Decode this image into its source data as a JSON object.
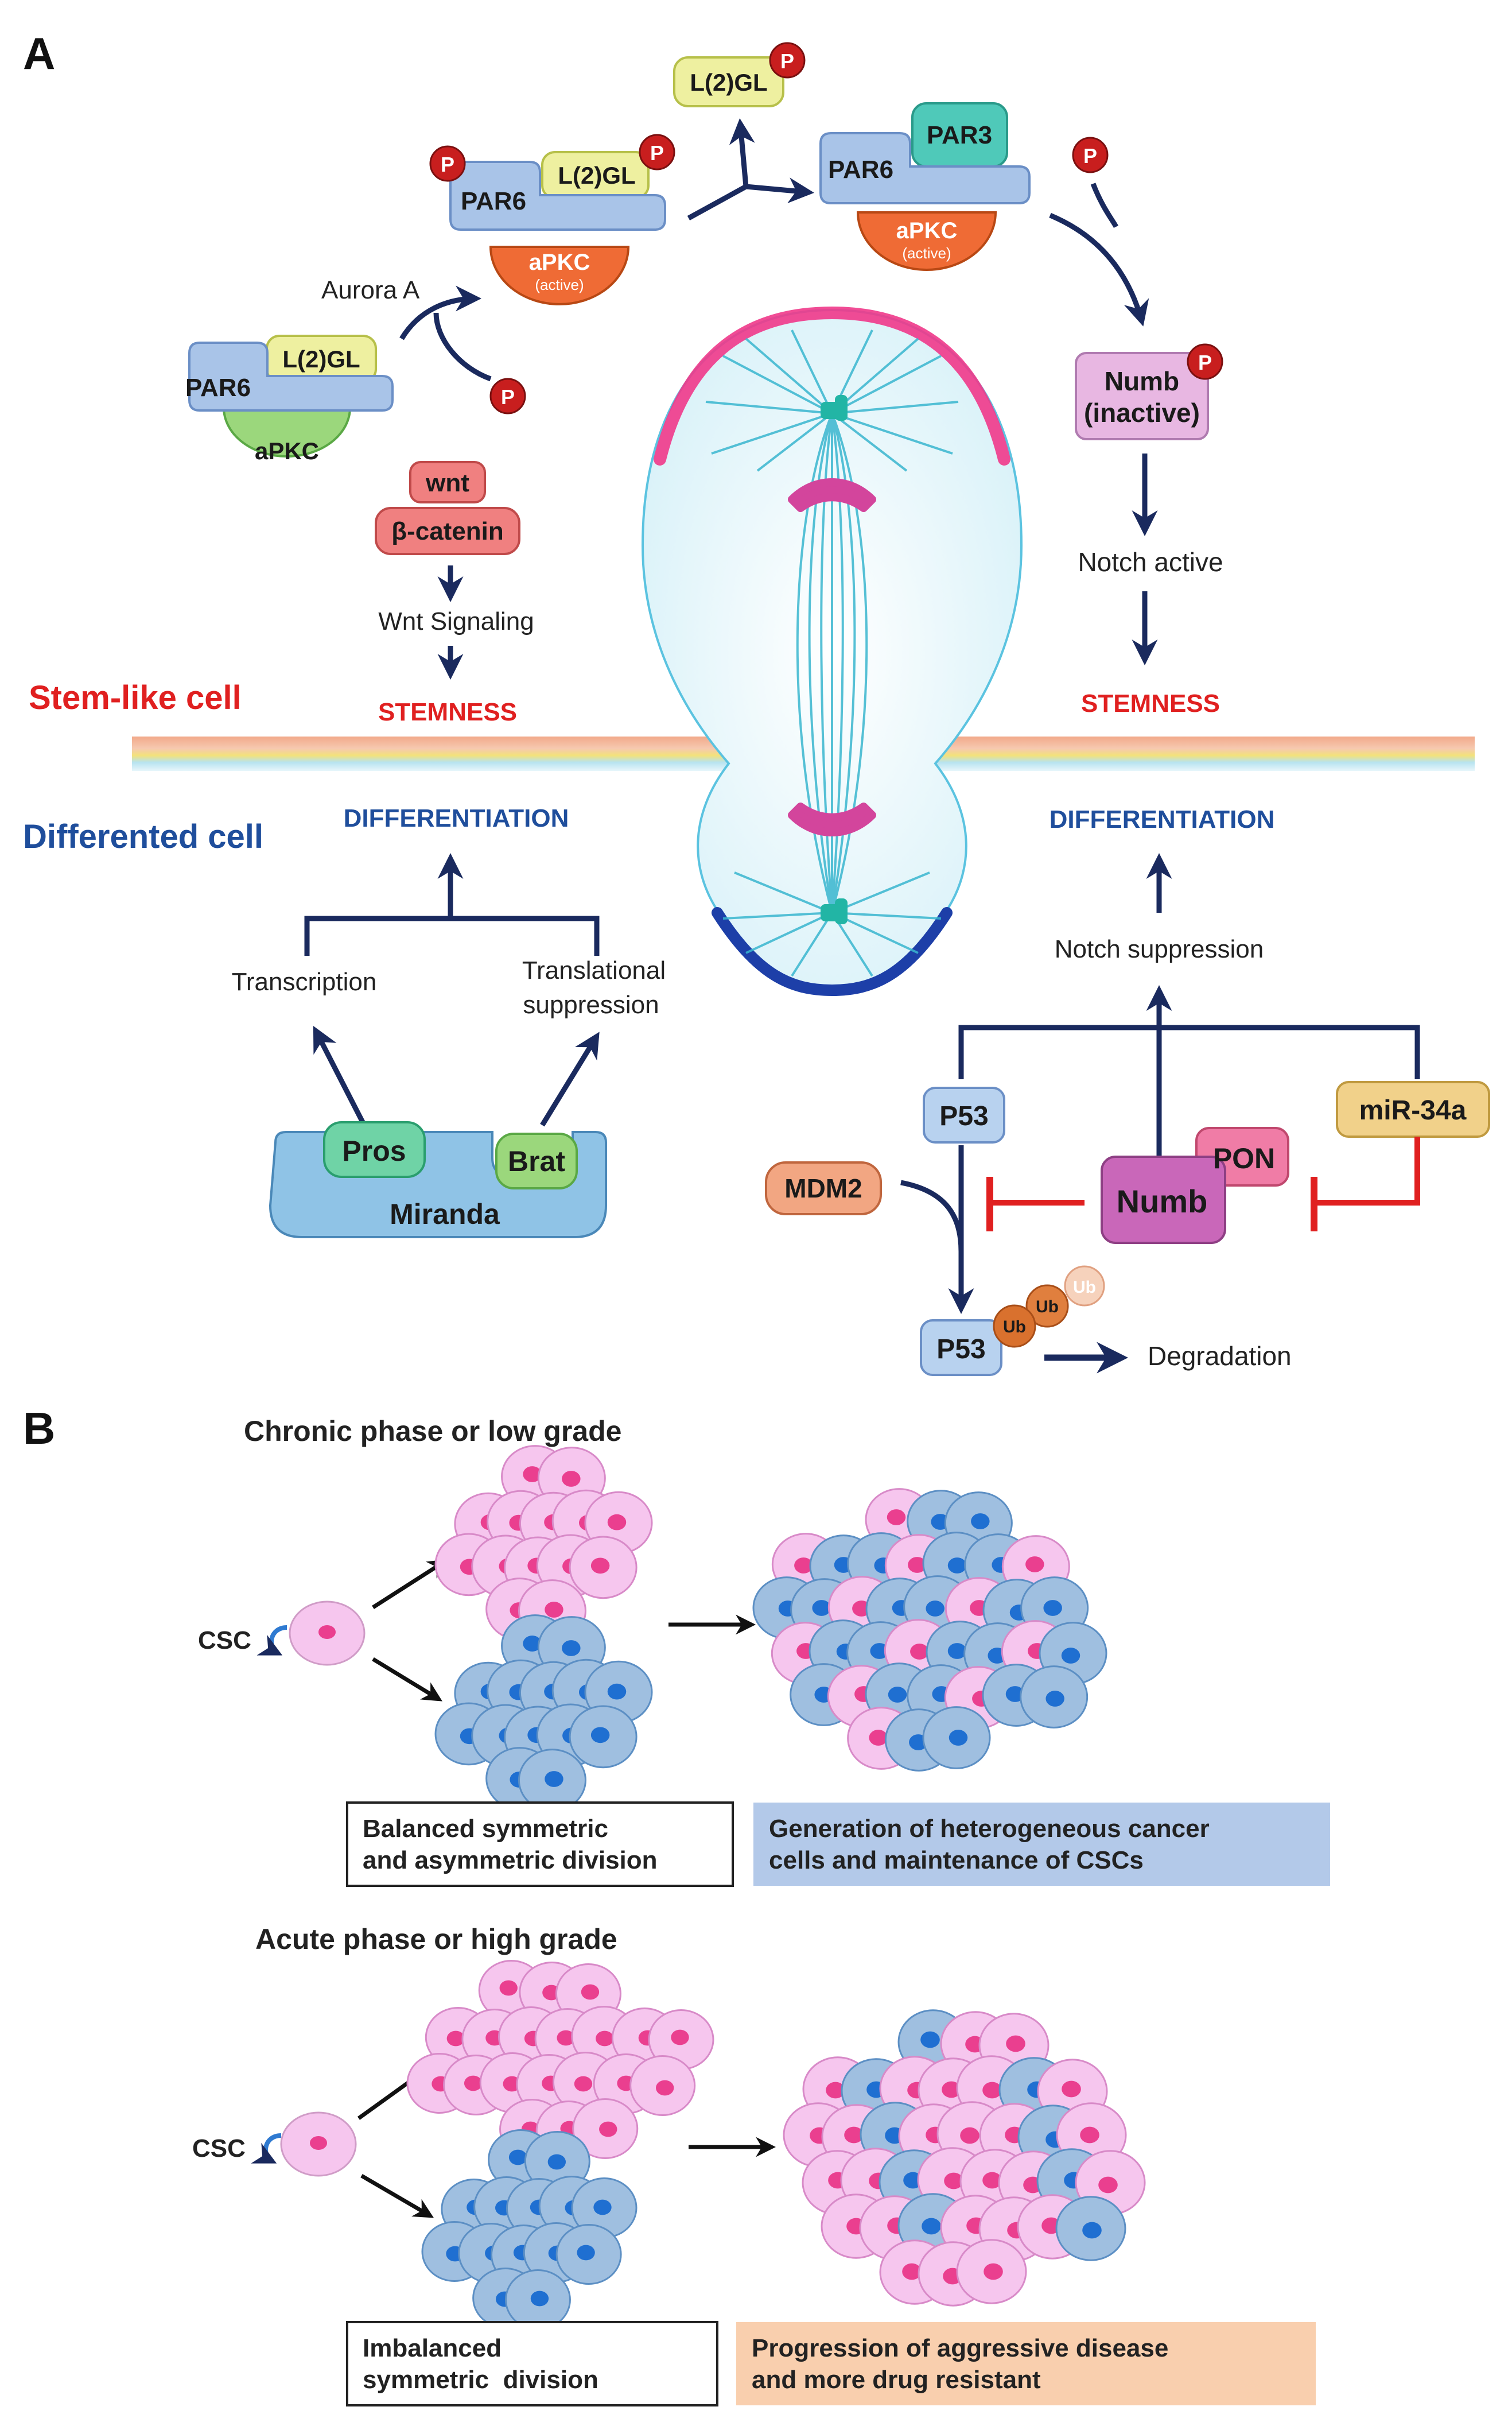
{
  "panel_a": {
    "label": "A",
    "complexes": {
      "left_complex": {
        "par6": "PAR6",
        "l2gl": "L(2)GL",
        "apkc": "aPKC"
      },
      "top_complex": {
        "par6": "PAR6",
        "l2gl": "L(2)GL",
        "apkc": "aPKC",
        "apkc_state": "(active)",
        "phospho1": "P",
        "phospho2": "P"
      },
      "released_l2gl": {
        "label": "L(2)GL",
        "phospho": "P"
      },
      "right_complex": {
        "par6": "PAR6",
        "par3": "PAR3",
        "apkc": "aPKC",
        "apkc_state": "(active)"
      }
    },
    "aurora_label": "Aurora A",
    "phospho_aurora": "P",
    "phospho_right": "P",
    "numb_inactive": {
      "line1": "Numb",
      "line2": "(inactive)",
      "phospho": "P"
    },
    "notch_active": "Notch active",
    "stemness_right": "STEMNESS",
    "wnt": "wnt",
    "beta_catenin": "β-catenin",
    "wnt_signaling": "Wnt Signaling",
    "stemness_left": "STEMNESS",
    "stem_like_cell": "Stem-like cell",
    "differented_cell": "Differented cell",
    "differentiation_left": "DIFFERENTIATION",
    "transcription": "Transcription",
    "translational_1": "Translational",
    "translational_2": "suppression",
    "pros": "Pros",
    "brat": "Brat",
    "miranda": "Miranda",
    "differentiation_right": "DIFFERENTIATION",
    "notch_suppression": "Notch suppression",
    "p53_top": "P53",
    "mir34a": "miR-34a",
    "pon": "PON",
    "numb": "Numb",
    "mdm2": "MDM2",
    "p53_bottom": "P53",
    "ub1": "Ub",
    "ub2": "Ub",
    "ub3": "Ub",
    "degradation": "Degradation"
  },
  "panel_b": {
    "label": "B",
    "chronic": {
      "title": "Chronic phase or low grade",
      "csc": "CSC",
      "box1_line1": "Balanced symmetric",
      "box1_line2": "and asymmetric division",
      "box2_line1": "Generation of heterogeneous cancer",
      "box2_line2": "cells and maintenance of CSCs"
    },
    "acute": {
      "title": "Acute phase or high grade",
      "csc": "CSC",
      "box1_line1": "Imbalanced",
      "box1_line2": "symmetric  division",
      "box2_line1": "Progression of aggressive disease",
      "box2_line2": "and more drug resistant"
    }
  },
  "colors": {
    "navy": "#1a2a5e",
    "red_text": "#e02020",
    "blue_text": "#1f4e9c",
    "par6_blue": "#a9c4e8",
    "l2gl_yellow": "#eef0a0",
    "apkc_orange": "#ef6b35",
    "apkc_green": "#9bd77c",
    "par3_teal": "#4fc9b9",
    "phospho_red": "#c81e1e",
    "numb_purple": "#c967b9",
    "pink_cell": "#f6c6ee",
    "blue_cell": "#9fbfe0"
  }
}
